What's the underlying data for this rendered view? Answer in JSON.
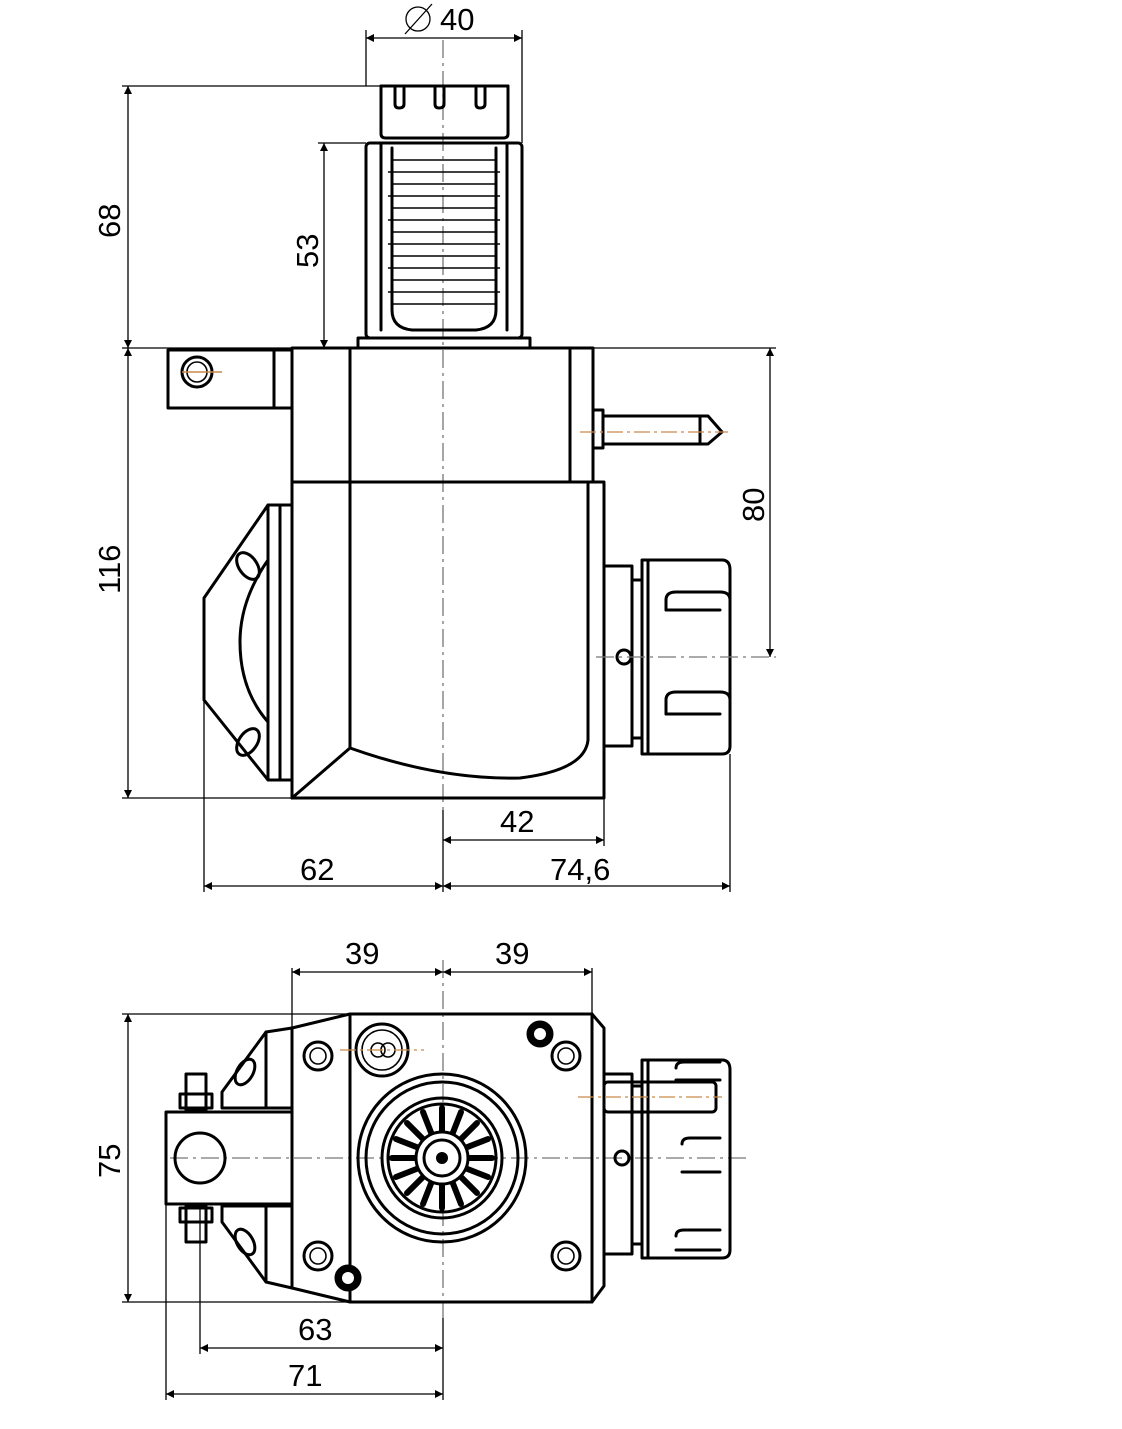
{
  "dimensions": {
    "top_diameter": "40",
    "top_height_total": "68",
    "top_height_shank": "53",
    "body_height": "116",
    "side_offset": "80",
    "right_reach": "42",
    "left_width": "62",
    "right_width": "74,6",
    "bottom_left_39": "39",
    "bottom_right_39": "39",
    "bottom_height": "75",
    "bottom_63": "63",
    "bottom_71": "71"
  },
  "colors": {
    "line": "#000000",
    "centerline": "#777777",
    "hidden_axis": "#c98a4a"
  }
}
